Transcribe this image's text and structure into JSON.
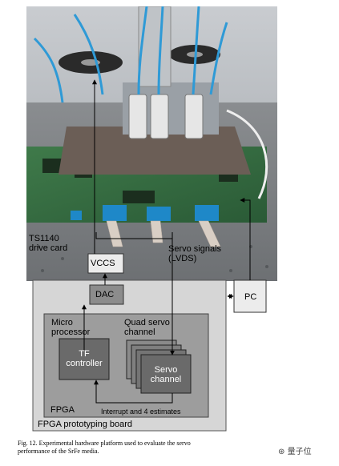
{
  "figure": {
    "photo_labels": {
      "drive_card": [
        "TS1140",
        "drive card"
      ],
      "servo_signals": [
        "Servo signals",
        "(LVDS)"
      ]
    },
    "blocks": {
      "vccs": "VCCS",
      "dac": "DAC",
      "pc": "PC",
      "microprocessor": [
        "Micro",
        "processor"
      ],
      "quad_servo": [
        "Quad servo",
        "channel"
      ],
      "tf_controller": [
        "TF",
        "controller"
      ],
      "servo_channel": [
        "Servo",
        "channel"
      ],
      "fpga": "FPGA",
      "interrupt": "Interrupt and 4 estimates",
      "board": "FPGA prototyping board"
    },
    "caption": {
      "line1": "Fig. 12. Experimental hardware platform used to evaluate the servo",
      "line2": "performance of the SrFe media."
    },
    "watermark": "量子位"
  }
}
